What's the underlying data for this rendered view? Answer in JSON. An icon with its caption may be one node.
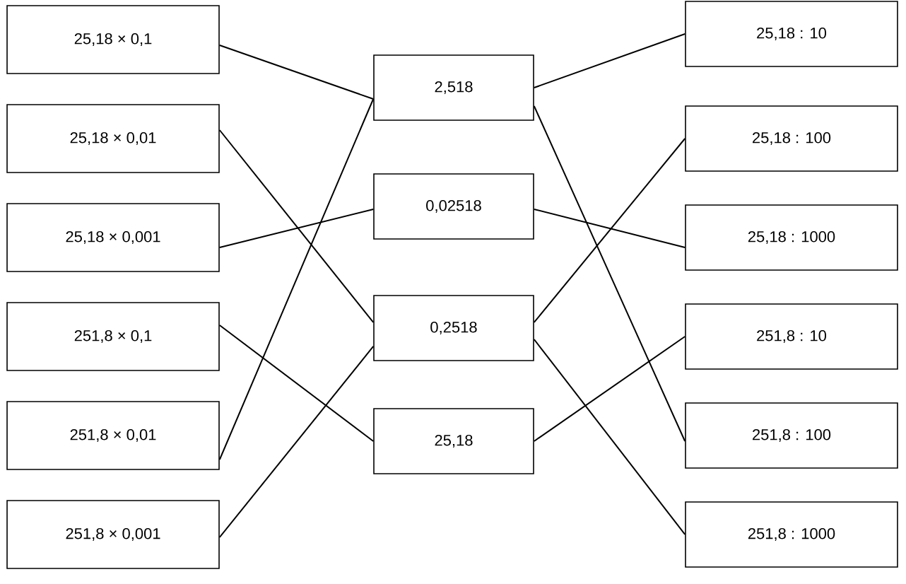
{
  "diagram": {
    "nodes": [
      {
        "text": [
          "25,18 × 0,1"
        ]
      },
      {
        "text": [
          "25,18 × 0,01"
        ]
      },
      {
        "text": [
          "25,18 × 0,001"
        ]
      },
      {
        "text": [
          "251,8 × 0,1"
        ]
      },
      {
        "text": [
          "251,8 × 0,01"
        ]
      },
      {
        "text": [
          "251,8 × 0,001"
        ]
      },
      {
        "text": [
          "2,518"
        ]
      },
      {
        "text": [
          "0,02518"
        ]
      },
      {
        "text": [
          "0,2518"
        ]
      },
      {
        "text": [
          "25,18"
        ]
      },
      {
        "text": [
          "25,18 : 10"
        ]
      },
      {
        "text": [
          "25,18 : 100"
        ]
      },
      {
        "text": [
          "25,18 : 1000"
        ]
      },
      {
        "text": [
          "251,8 : 10"
        ]
      },
      {
        "text": [
          "251,8 : 100"
        ]
      },
      {
        "text": [
          "251,8 : 1000"
        ]
      }
    ],
    "edges": [
      {
        "from": 0,
        "to": 6,
        "arrow": "none"
      },
      {
        "from": 1,
        "to": 8,
        "arrow": "none"
      },
      {
        "from": 2,
        "to": 7,
        "arrow": "none"
      },
      {
        "from": 3,
        "to": 9,
        "arrow": "none"
      },
      {
        "from": 4,
        "to": 6,
        "arrow": "none"
      },
      {
        "from": 5,
        "to": 8,
        "arrow": "none"
      },
      {
        "from": 10,
        "to": 6,
        "arrow": "none"
      },
      {
        "from": 11,
        "to": 8,
        "arrow": "none"
      },
      {
        "from": 12,
        "to": 7,
        "arrow": "none"
      },
      {
        "from": 13,
        "to": 9,
        "arrow": "none"
      },
      {
        "from": 14,
        "to": 6,
        "arrow": "none"
      },
      {
        "from": 15,
        "to": 8,
        "arrow": "none"
      }
    ]
  }
}
